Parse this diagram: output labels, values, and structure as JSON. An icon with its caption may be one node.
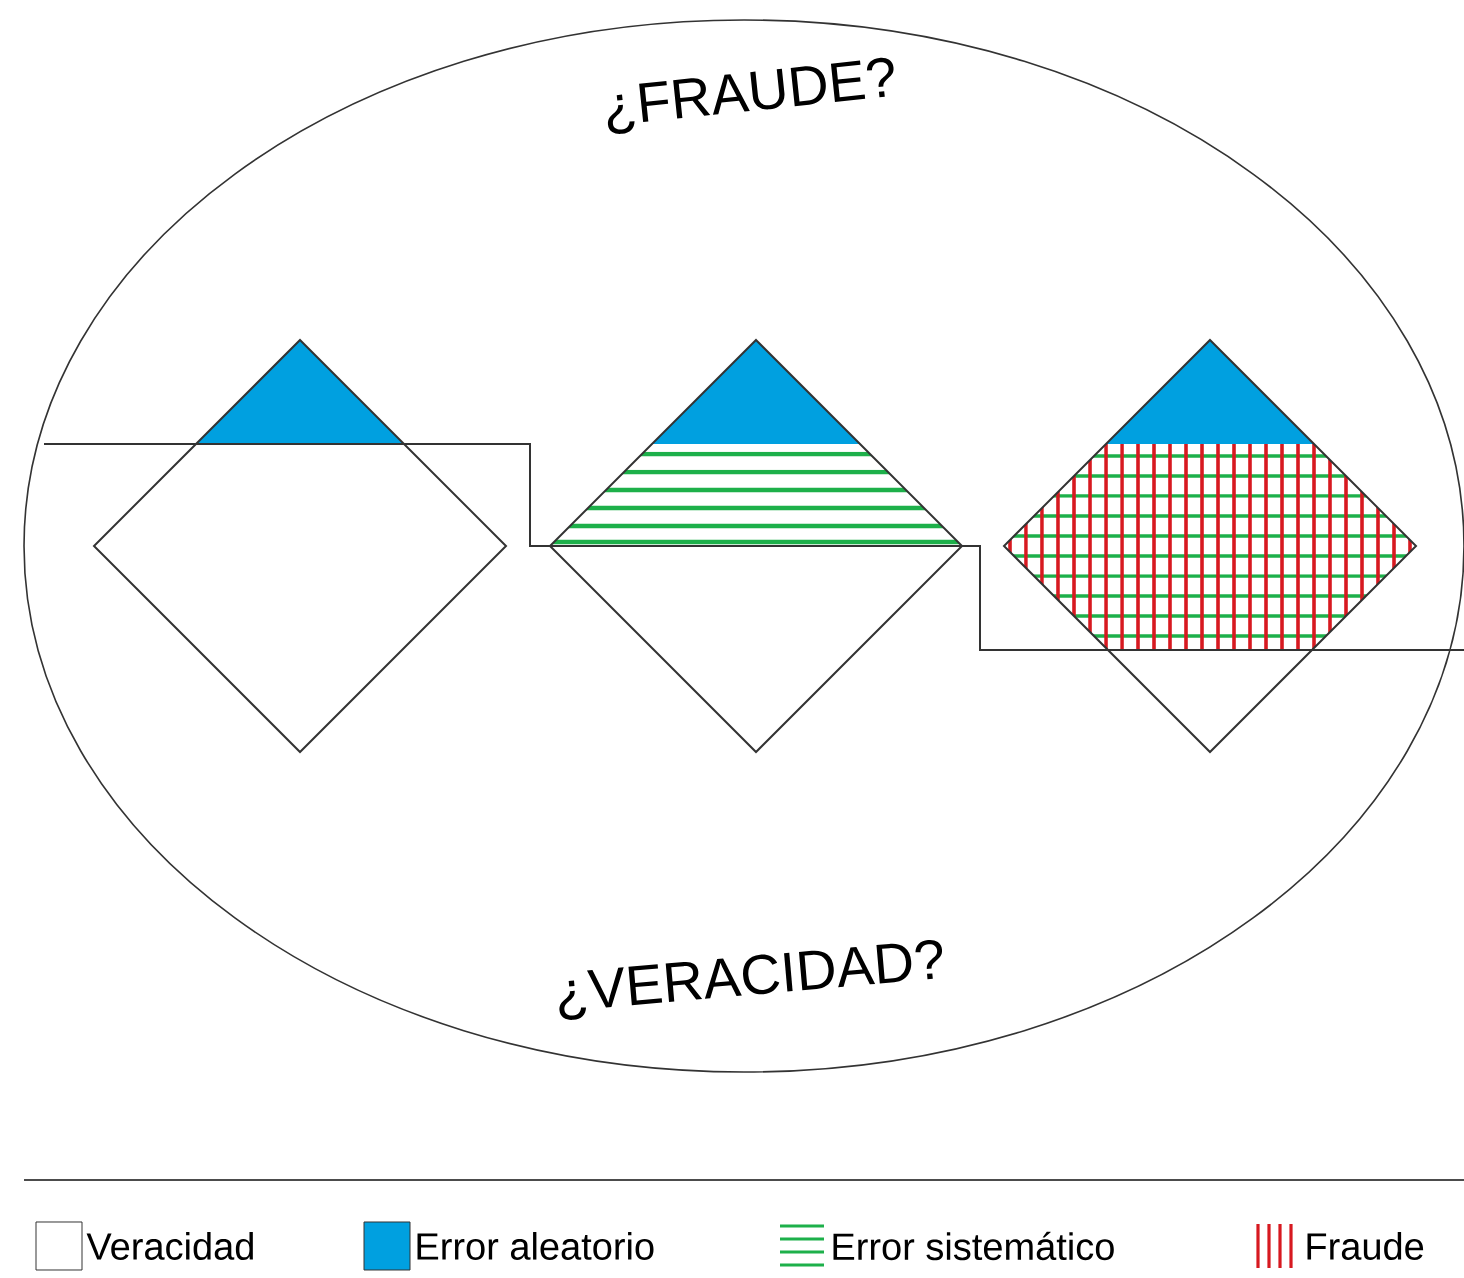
{
  "diagram": {
    "nodes": [
      {
        "text": [
          "¿FRAUDE?",
          "¿VERACIDAD?"
        ]
      },
      {
        "text": [],
        "shape": "diamond",
        "in": 0
      },
      {
        "text": [],
        "shape": "diamond",
        "in": 0
      },
      {
        "text": [],
        "shape": "diamond",
        "in": 0
      }
    ],
    "legend": [
      {
        "text": "Veracidad"
      },
      {
        "text": "Error aleatorio",
        "color": "#00a0e0"
      },
      {
        "text": "Error sistemático"
      },
      {
        "text": "Fraude"
      }
    ]
  }
}
